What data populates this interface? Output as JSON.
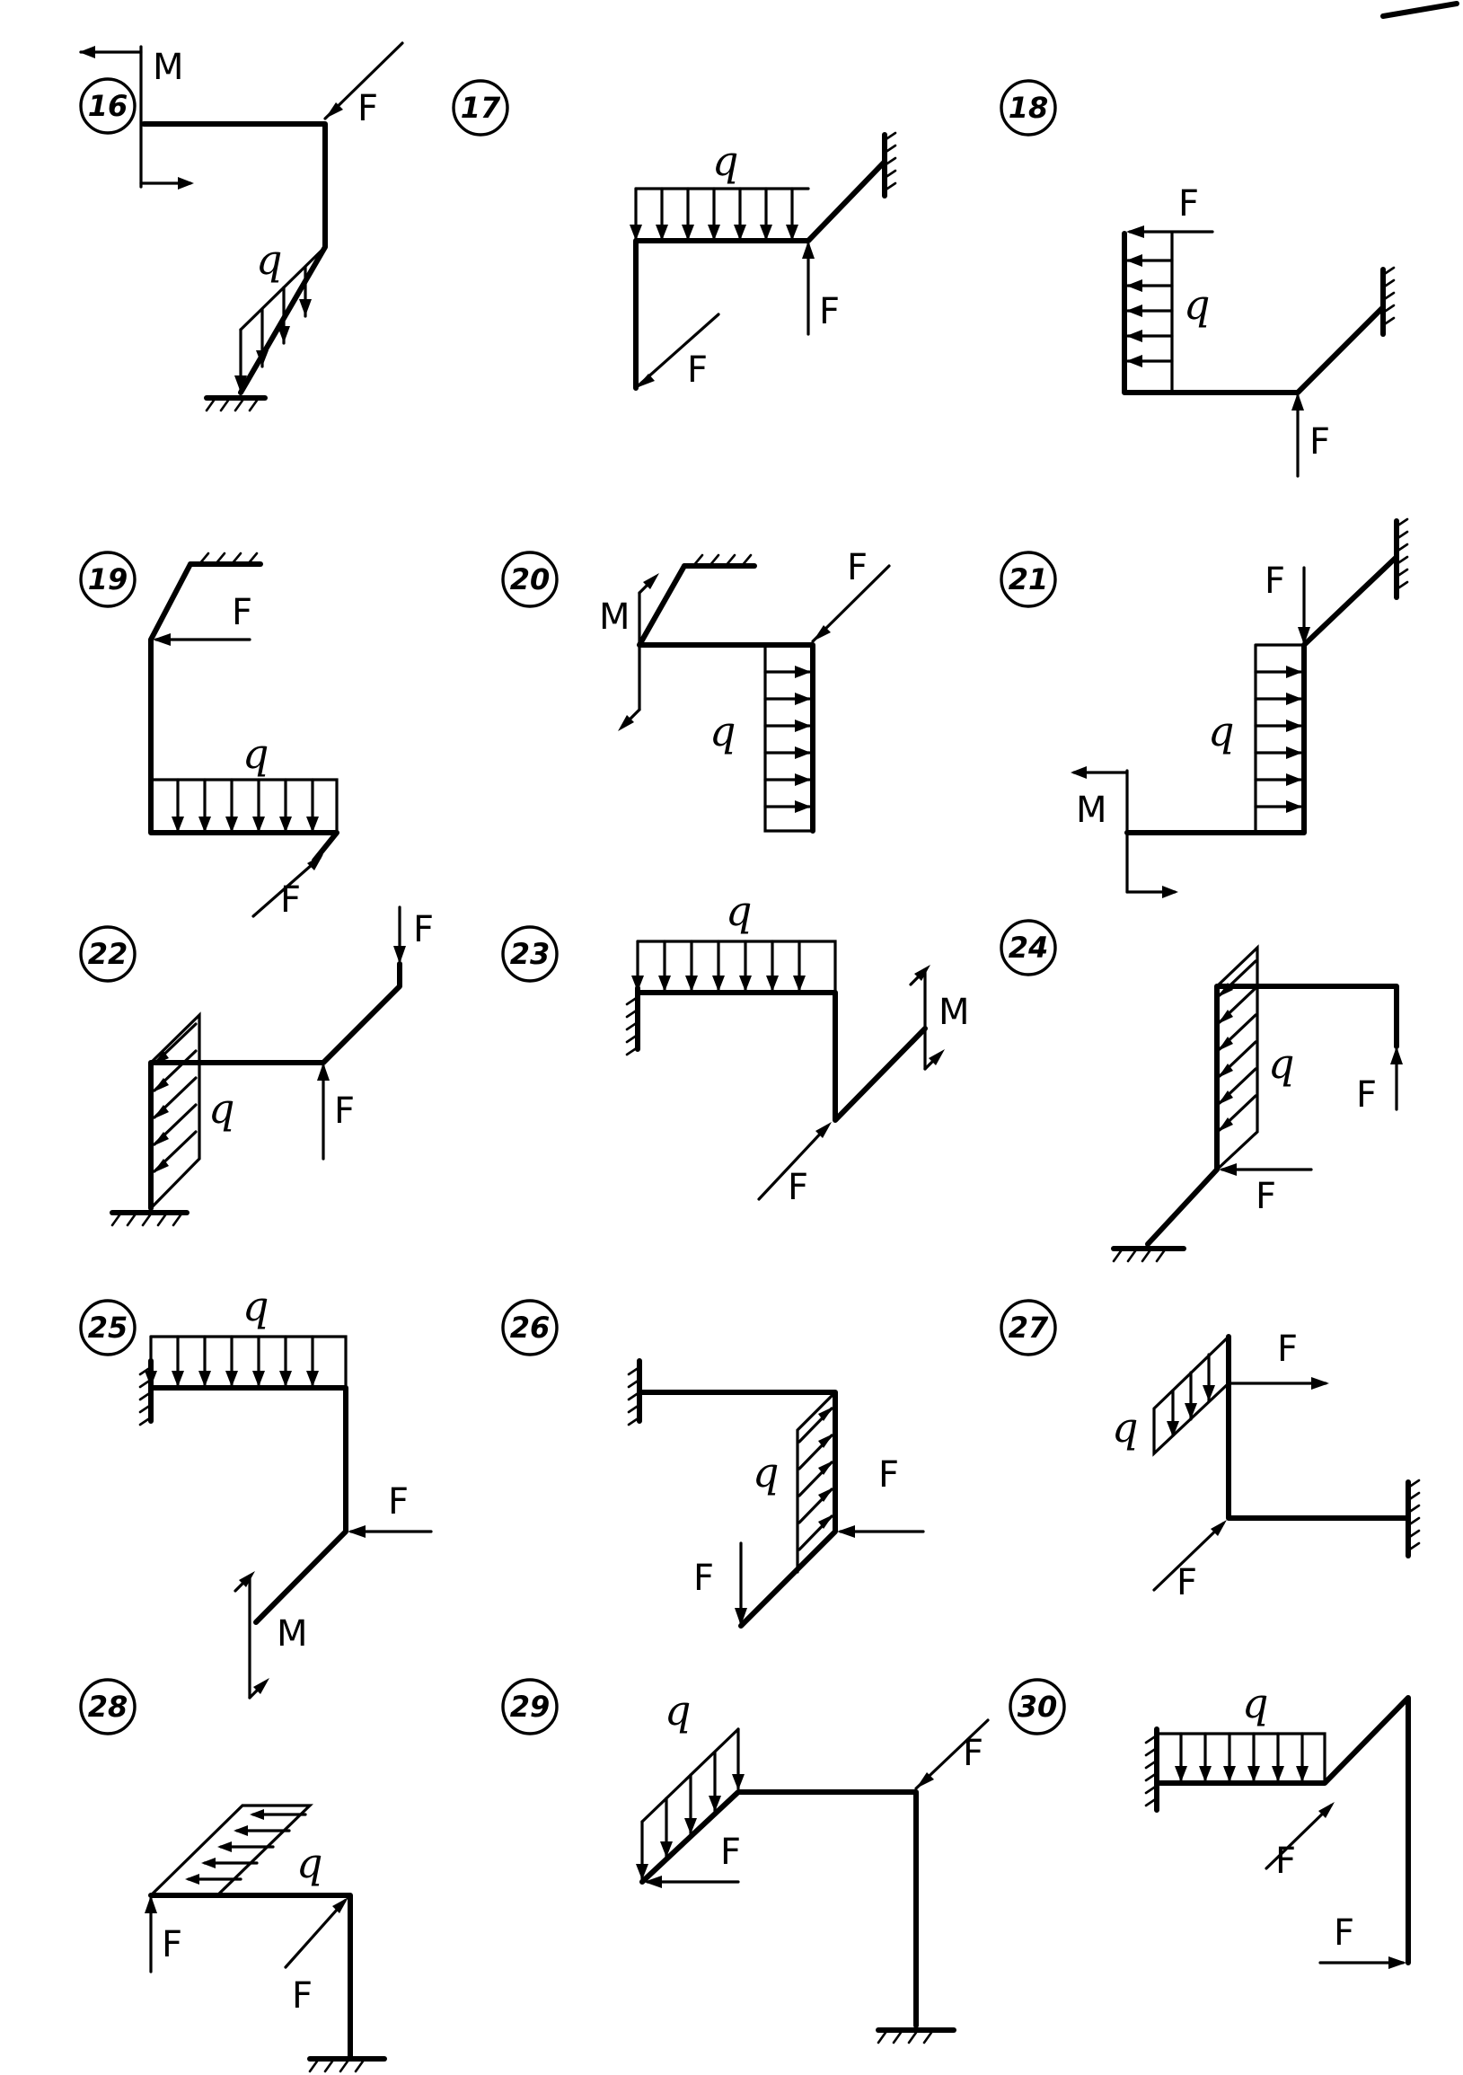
{
  "labels": {
    "force": "F",
    "moment": "M",
    "load": "q"
  },
  "diagrams": [
    {
      "number": "16"
    },
    {
      "number": "17"
    },
    {
      "number": "18"
    },
    {
      "number": "19"
    },
    {
      "number": "20"
    },
    {
      "number": "21"
    },
    {
      "number": "22"
    },
    {
      "number": "23"
    },
    {
      "number": "24"
    },
    {
      "number": "25"
    },
    {
      "number": "26"
    },
    {
      "number": "27"
    },
    {
      "number": "28"
    },
    {
      "number": "29"
    },
    {
      "number": "30"
    }
  ]
}
